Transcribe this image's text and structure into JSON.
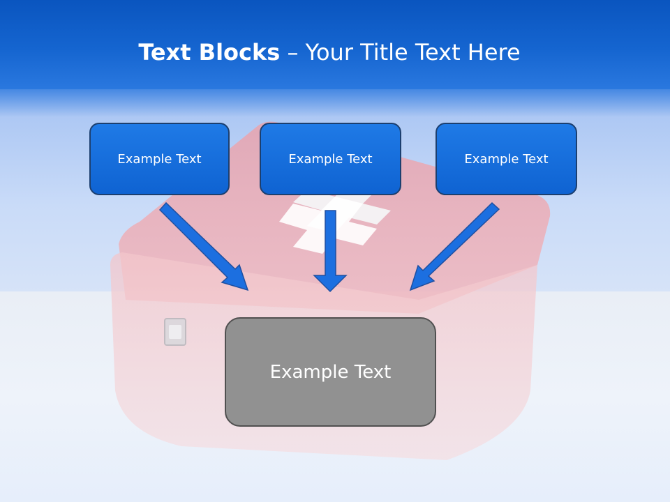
{
  "title": {
    "bold_part": "Text Blocks",
    "dash": "–",
    "regular_part": "Your Title Text Here"
  },
  "boxes": {
    "left": "Example Text",
    "middle": "Example Text",
    "right": "Example Text",
    "bottom": "Example Text"
  },
  "colors": {
    "title_bar": "#1565d0",
    "box_blue": "#1f7ae6",
    "box_gray": "#919191",
    "arrow": "#1c6fe0",
    "kit_red": "#e35a63"
  },
  "icons": [
    "first-aid-kit-image",
    "arrow-down-right-icon",
    "arrow-down-icon",
    "arrow-down-left-icon"
  ]
}
